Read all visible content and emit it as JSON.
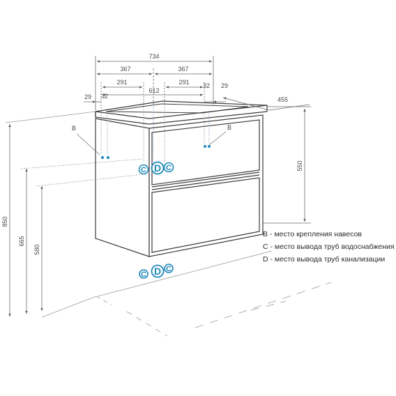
{
  "dimensions": {
    "width_total": "734",
    "half_left": "367",
    "half_right": "367",
    "hinge_left": "291",
    "hinge_right": "291",
    "inner_span": "612",
    "pipe_offset_left": "32",
    "pipe_offset_right": "32",
    "edge_left": "29",
    "edge_right": "29",
    "depth": "455",
    "cabinet_height": "550",
    "total_height": "850",
    "pipe_height_high": "665",
    "pipe_height_low": "580"
  },
  "markers": {
    "hinge_left": "B",
    "hinge_right": "B",
    "pipe_c_left": "C",
    "pipe_d": "D",
    "pipe_c_right": "C",
    "floor_c_left": "C",
    "floor_d": "D",
    "floor_c_right": "C"
  },
  "legend": [
    "B - место крепления навесов",
    "C - место вывода труб водоснабжения",
    "D - место вывода труб канализации"
  ],
  "colors": {
    "line": "#3a3a3a",
    "dimension": "#6a6a6a",
    "accent": "#1e88b8"
  }
}
